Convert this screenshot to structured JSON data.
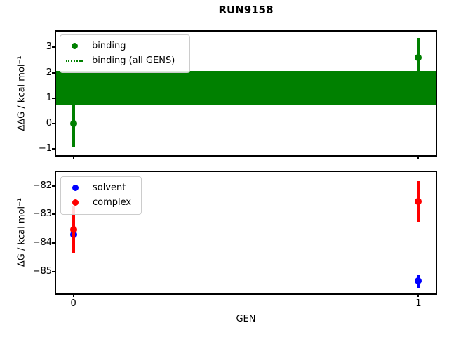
{
  "title": "RUN9158",
  "xlabel": "GEN",
  "chart_data": [
    {
      "type": "errorbar-scatter",
      "ylabel": "ΔΔG / kcal mol⁻¹",
      "xlim": [
        -0.05,
        1.05
      ],
      "ylim": [
        -1.24,
        3.62
      ],
      "x": [
        0,
        1
      ],
      "xticks": [
        0,
        1
      ],
      "xticklabels": null,
      "yticks": [
        3,
        2,
        1,
        0,
        -1
      ],
      "yticklabels": [
        "3",
        "2",
        "1",
        "0",
        "−1"
      ],
      "series": [
        {
          "name": "binding",
          "color": "#008000",
          "marker": "circle",
          "y": [
            0.0,
            2.6
          ],
          "yerr": [
            0.95,
            0.78
          ]
        }
      ],
      "band": {
        "name": "binding (all GENS)",
        "lo": 0.73,
        "hi": 2.08,
        "color": "#008000"
      },
      "legend": {
        "position": "upper left",
        "entries": [
          {
            "label": "binding",
            "marker": "dot",
            "color": "#008000"
          },
          {
            "label": "binding (all GENS)",
            "marker": "dotted-line",
            "color": "#008000"
          }
        ]
      }
    },
    {
      "type": "errorbar-scatter",
      "ylabel": "ΔG / kcal mol⁻¹",
      "xlim": [
        -0.05,
        1.05
      ],
      "ylim": [
        -85.77,
        -81.52
      ],
      "x": [
        0,
        1
      ],
      "xticks": [
        0,
        1
      ],
      "xticklabels": [
        "0",
        "1"
      ],
      "yticks": [
        -82,
        -83,
        -84,
        -85
      ],
      "yticklabels": [
        "−82",
        "−83",
        "−84",
        "−85"
      ],
      "series": [
        {
          "name": "solvent",
          "color": "#0000ff",
          "marker": "circle",
          "y": [
            -83.7,
            -85.34
          ],
          "yerr": [
            0.3,
            0.24
          ]
        },
        {
          "name": "complex",
          "color": "#ff0000",
          "marker": "circle",
          "y": [
            -83.54,
            -82.55
          ],
          "yerr": [
            0.84,
            0.72
          ]
        }
      ],
      "band": null,
      "legend": {
        "position": "upper left",
        "entries": [
          {
            "label": "solvent",
            "marker": "dot",
            "color": "#0000ff"
          },
          {
            "label": "complex",
            "marker": "dot",
            "color": "#ff0000"
          }
        ]
      }
    }
  ]
}
